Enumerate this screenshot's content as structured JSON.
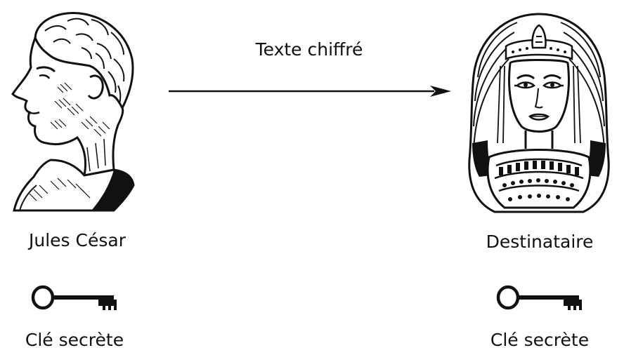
{
  "sender": {
    "name": "Jules César",
    "key_label": "Clé secrète",
    "portrait": "roman-bust-illustration"
  },
  "recipient": {
    "name": "Destinataire",
    "key_label": "Clé secrète",
    "portrait": "egyptian-queen-illustration"
  },
  "message": {
    "label": "Texte chiffré",
    "direction": "sender-to-recipient"
  },
  "icons": {
    "key": "key-icon",
    "arrow": "arrow-right-icon"
  },
  "colors": {
    "ink": "#111111",
    "background": "#ffffff"
  }
}
